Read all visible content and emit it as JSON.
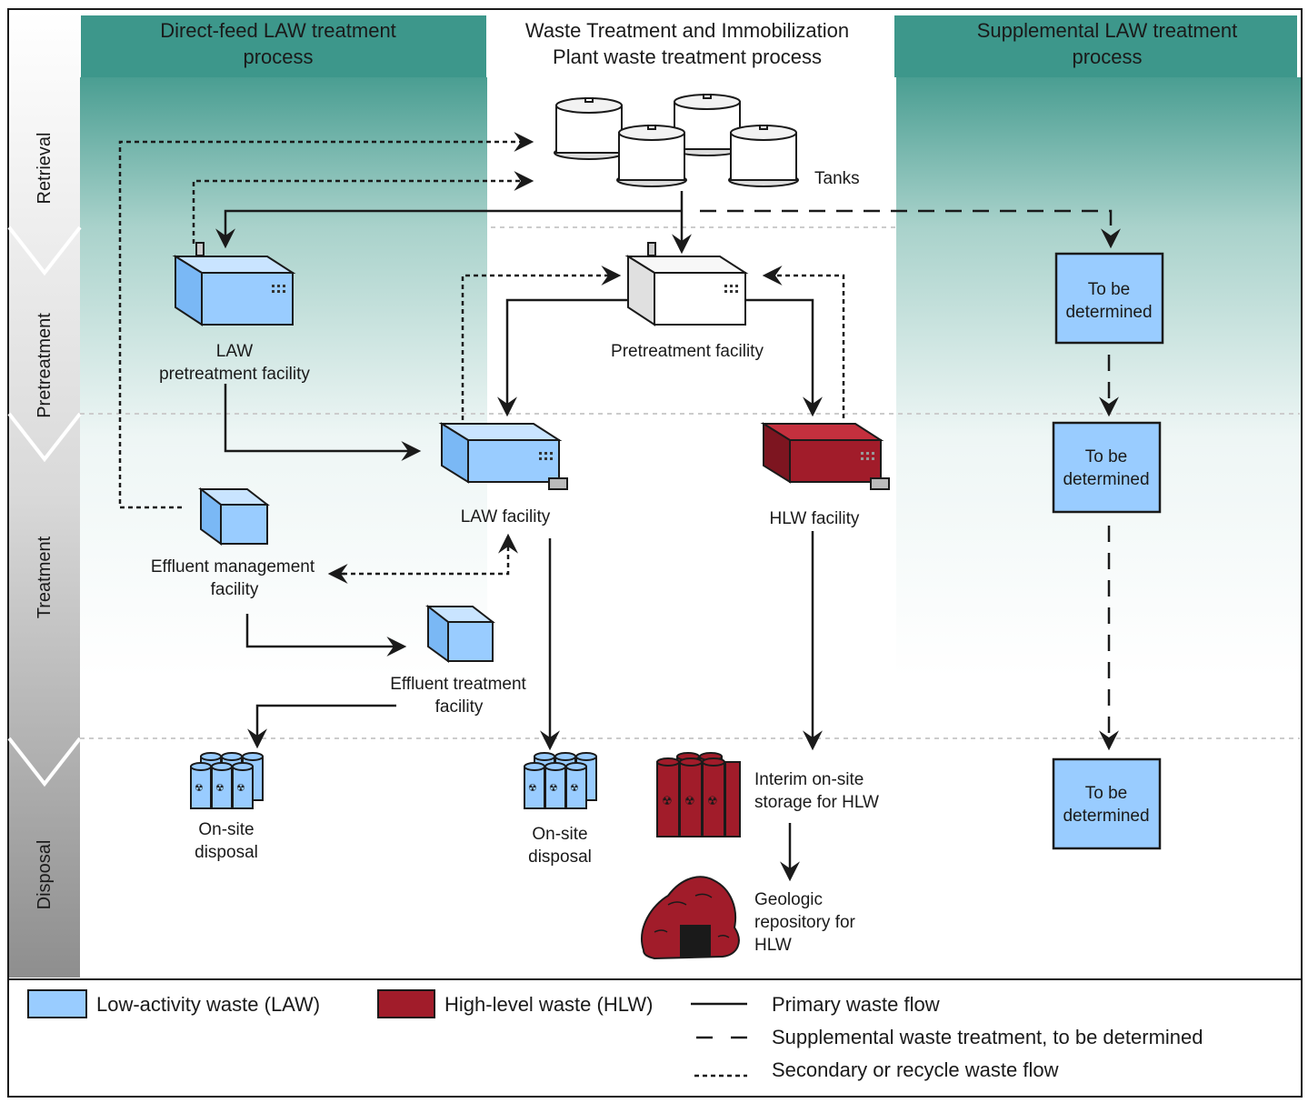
{
  "headers": {
    "left": [
      "Direct-feed LAW treatment",
      "process"
    ],
    "center": [
      "Waste Treatment and Immobilization",
      "Plant waste treatment process"
    ],
    "right": [
      "Supplemental LAW treatment",
      "process"
    ]
  },
  "stages": [
    "Retrieval",
    "Pretreatment",
    "Treatment",
    "Disposal"
  ],
  "nodes": {
    "tanks": "Tanks",
    "law_pretreatment": [
      "LAW",
      "pretreatment facility"
    ],
    "pretreatment": "Pretreatment facility",
    "law_facility": "LAW facility",
    "hlw_facility": "HLW facility",
    "effluent_management": [
      "Effluent management",
      "facility"
    ],
    "effluent_treatment": [
      "Effluent treatment",
      "facility"
    ],
    "onsite_disposal_1": [
      "On-site",
      "disposal"
    ],
    "onsite_disposal_2": [
      "On-site",
      "disposal"
    ],
    "interim_storage": [
      "Interim on-site",
      "storage for HLW"
    ],
    "geologic_repository": [
      "Geologic",
      "repository for",
      "HLW"
    ],
    "tbd_1": [
      "To be",
      "determined"
    ],
    "tbd_2": [
      "To be",
      "determined"
    ],
    "tbd_3": [
      "To be",
      "determined"
    ]
  },
  "legend": {
    "law": "Low-activity waste (LAW)",
    "hlw": "High-level waste (HLW)",
    "primary": "Primary waste flow",
    "supplemental": "Supplemental waste treatment, to be determined",
    "secondary": "Secondary or recycle waste flow"
  },
  "colors": {
    "law_fill": "#99ccff",
    "hlw_fill": "#a11c2a",
    "header_teal": "#3d978b",
    "outline": "#1a1a1a"
  }
}
